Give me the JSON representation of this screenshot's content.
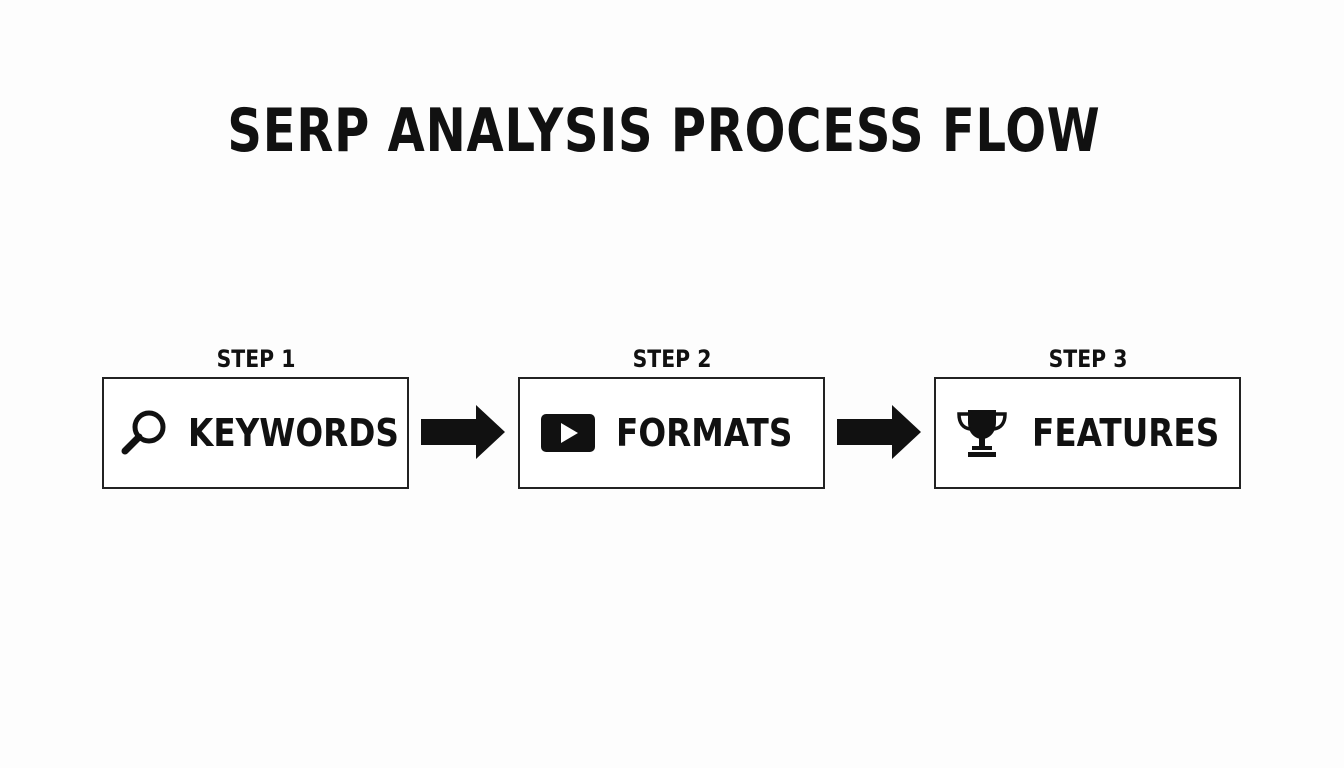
{
  "title": "SERP ANALYSIS PROCESS FLOW",
  "steps": [
    {
      "label": "STEP 1",
      "text": "KEYWORDS",
      "icon": "magnifying-glass-icon"
    },
    {
      "label": "STEP 2",
      "text": "FORMATS",
      "icon": "video-play-icon"
    },
    {
      "label": "STEP 3",
      "text": "FEATURES",
      "icon": "trophy-icon"
    }
  ],
  "connectors": [
    "arrow-right-icon",
    "arrow-right-icon"
  ],
  "colors": {
    "background": "#fdfdfd",
    "ink": "#111111",
    "box_border": "#222222"
  }
}
